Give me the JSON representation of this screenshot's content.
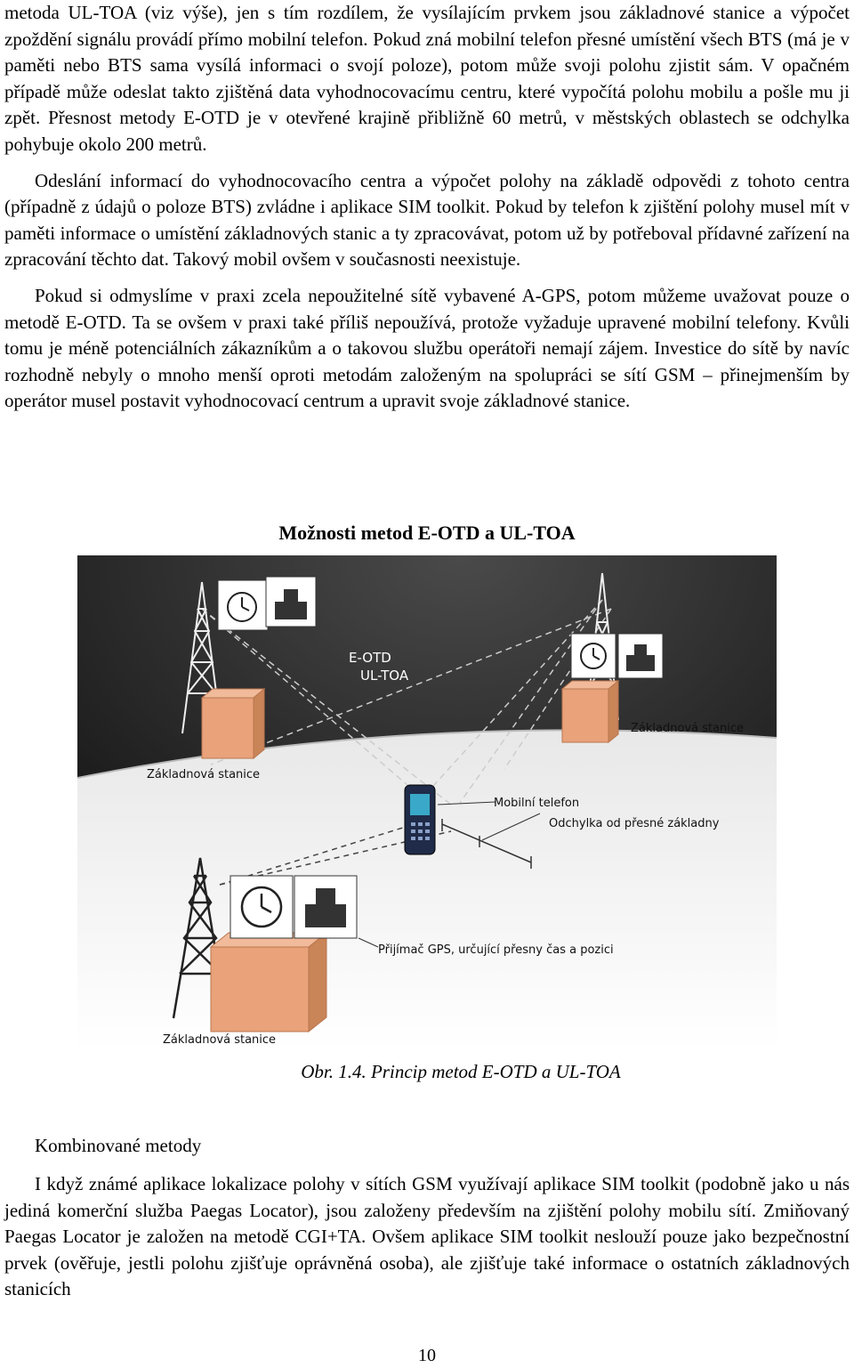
{
  "paragraphs": [
    "metoda UL-TOA (viz výše), jen s tím rozdílem, že vysílajícím prvkem jsou základnové stanice a výpočet zpoždění signálu provádí přímo mobilní telefon. Pokud zná mobilní telefon přesné umístění všech BTS (má je v paměti nebo BTS sama vysílá informaci o svojí poloze), potom může svoji polohu zjistit sám. V opačném případě může odeslat takto zjištěná data vyhodnocovacímu centru, které vypočítá polohu mobilu a pošle mu ji zpět. Přesnost metody E-OTD je v otevřené krajině přibližně 60 metrů, v městských oblastech se odchylka pohybuje okolo 200 metrů.",
    "Odeslání informací do vyhodnocovacího centra a výpočet polohy na základě odpovědi z tohoto centra (případně z údajů o poloze BTS) zvládne i aplikace SIM toolkit. Pokud by telefon k zjištění polohy musel mít v paměti informace o umístění základnových stanic a ty zpracovávat, potom už by potřeboval přídavné zařízení na zpracování těchto dat. Takový mobil ovšem v současnosti neexistuje.",
    "Pokud si odmyslíme v praxi zcela nepoužitelné sítě vybavené A-GPS, potom můžeme uvažovat pouze o metodě E-OTD. Ta se ovšem v praxi také příliš nepoužívá, protože vyžaduje upravené mobilní telefony. Kvůli tomu je méně potenciálních zákazníkům a o takovou službu operátoři nemají zájem. Investice do sítě by navíc rozhodně nebyly o mnoho menší oproti metodám založeným na spolupráci se sítí GSM – přinejmenším by operátor musel postavit vyhodnocovací centrum a upravit svoje základnové stanice."
  ],
  "section_title": "Možnosti metod E-OTD a UL-TOA",
  "figure": {
    "labels": {
      "eotd": "E-OTD",
      "ultoa": "UL-TOA",
      "bts_right": "Základnová stanice",
      "bts_left": "Základnová stanice",
      "bts_bottom": "Základnová stanice",
      "mobile": "Mobilní telefon",
      "deviation": "Odchylka od přesné základny",
      "gps": "Přijímač GPS, určující přesny čas a pozici"
    },
    "colors": {
      "cabinet": "#e9a27a",
      "sky_dark": "#2b2b2b",
      "ground": "#f2f2f2"
    }
  },
  "caption": "Obr. 1.4. Princip metod E-OTD a UL-TOA",
  "subheading": "Kombinované metody",
  "bottom_paragraph": "I když známé aplikace lokalizace polohy v sítích GSM využívají aplikace SIM toolkit (podobně jako u nás jediná komerční služba Paegas Locator), jsou založeny především na zjištění polohy mobilu sítí. Zmiňovaný Paegas Locator je založen na metodě CGI+TA. Ovšem aplikace SIM toolkit neslouží pouze jako bezpečnostní prvek (ověřuje, jestli polohu zjišťuje oprávněná osoba), ale zjišťuje také informace o ostatních základnových stanicích",
  "page_number": "10"
}
